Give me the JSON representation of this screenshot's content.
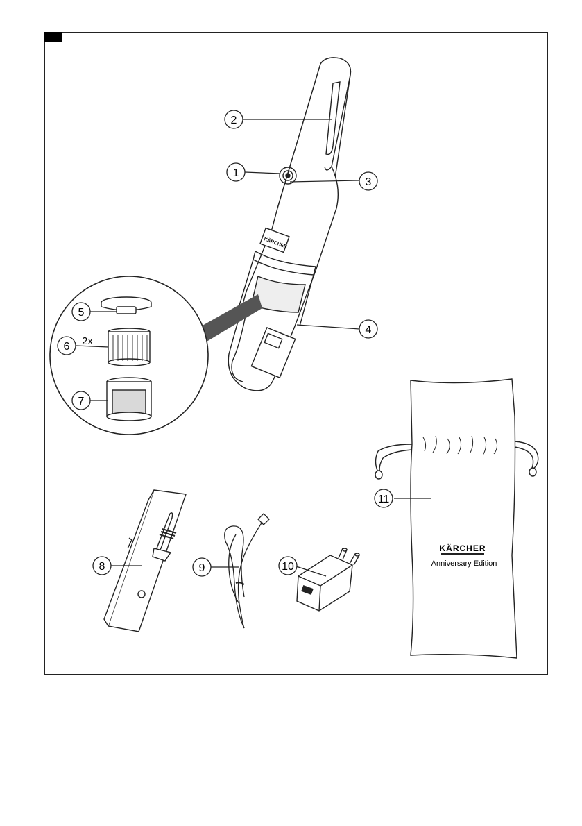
{
  "figure": {
    "callouts": [
      "1",
      "2",
      "3",
      "4",
      "5",
      "6",
      "7",
      "8",
      "9",
      "10",
      "11"
    ],
    "quantity_label": "2x",
    "bag_brand": "KÄRCHER",
    "bag_edition": "Anniversary Edition",
    "device_brand": "KÄRCHER"
  },
  "colors": {
    "line": "#222222",
    "filter_fill": "#d9d9d9",
    "shadow": "#555555"
  }
}
